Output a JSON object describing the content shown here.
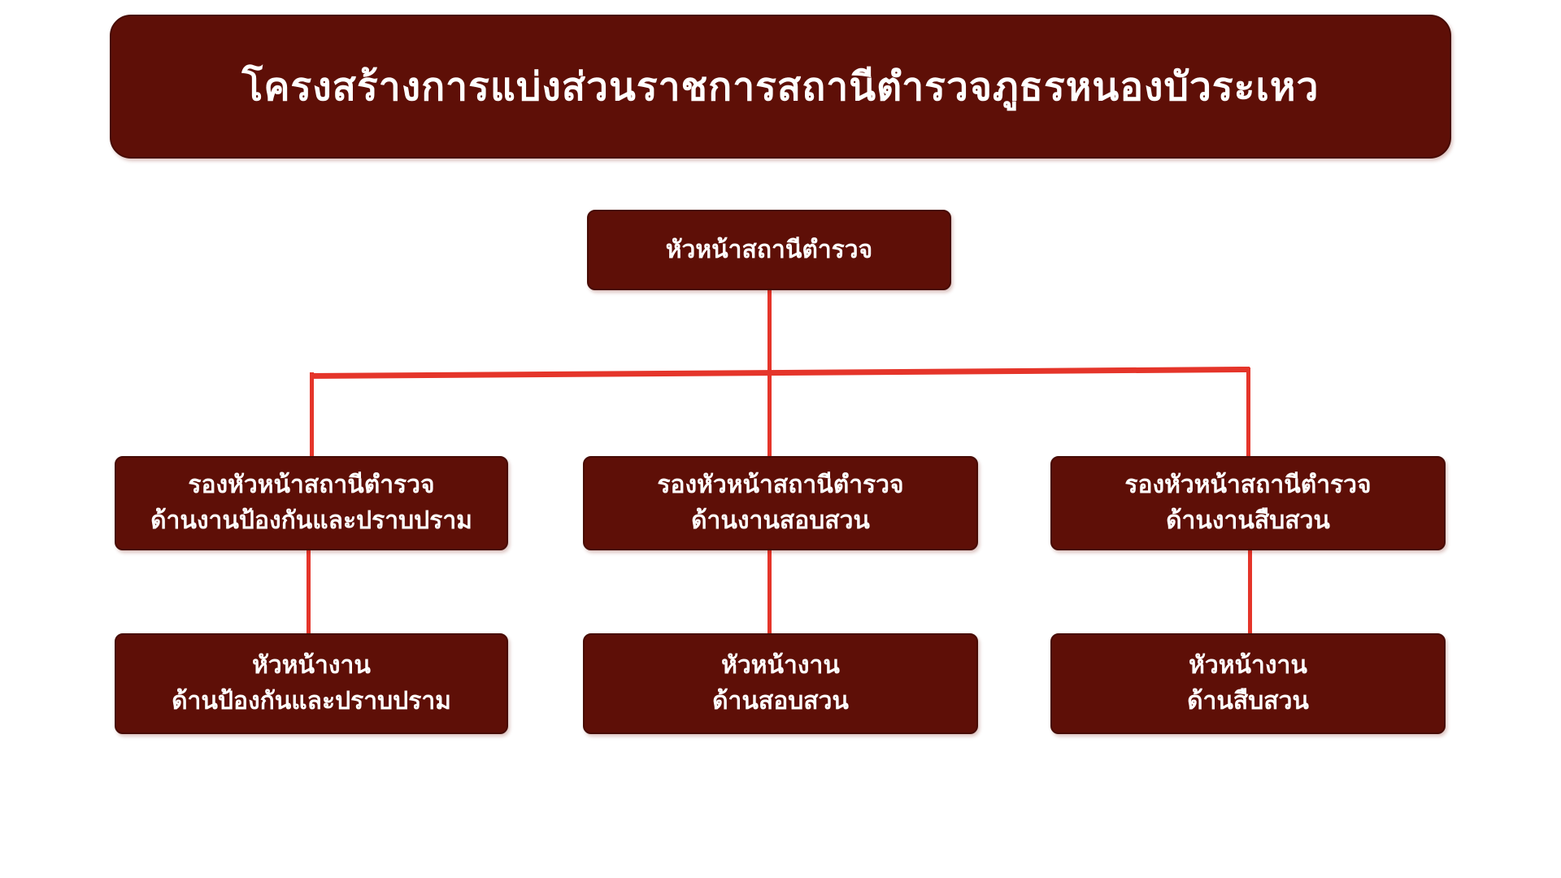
{
  "title": "โครงสร้างการแบ่งส่วนราชการสถานีตำรวจภูธรหนองบัวระเหว",
  "nodes": {
    "root": "หัวหน้าสถานีตำรวจ",
    "deputies": [
      {
        "line1": "รองหัวหน้าสถานีตำรวจ",
        "line2": "ด้านงานป้องกันและปราบปราม"
      },
      {
        "line1": "รองหัวหน้าสถานีตำรวจ",
        "line2": "ด้านงานสอบสวน"
      },
      {
        "line1": "รองหัวหน้าสถานีตำรวจ",
        "line2": "ด้านงานสืบสวน"
      }
    ],
    "heads": [
      {
        "line1": "หัวหน้างาน",
        "line2": "ด้านป้องกันและปราบปราม"
      },
      {
        "line1": "หัวหน้างาน",
        "line2": "ด้านสอบสวน"
      },
      {
        "line1": "หัวหน้างาน",
        "line2": "ด้านสืบสวน"
      }
    ]
  },
  "colors": {
    "background": "#FFFFFF",
    "box_fill": "#5E0F07",
    "box_border": "#470B04",
    "connector": "#E5352A",
    "text": "#FFFFFF"
  }
}
